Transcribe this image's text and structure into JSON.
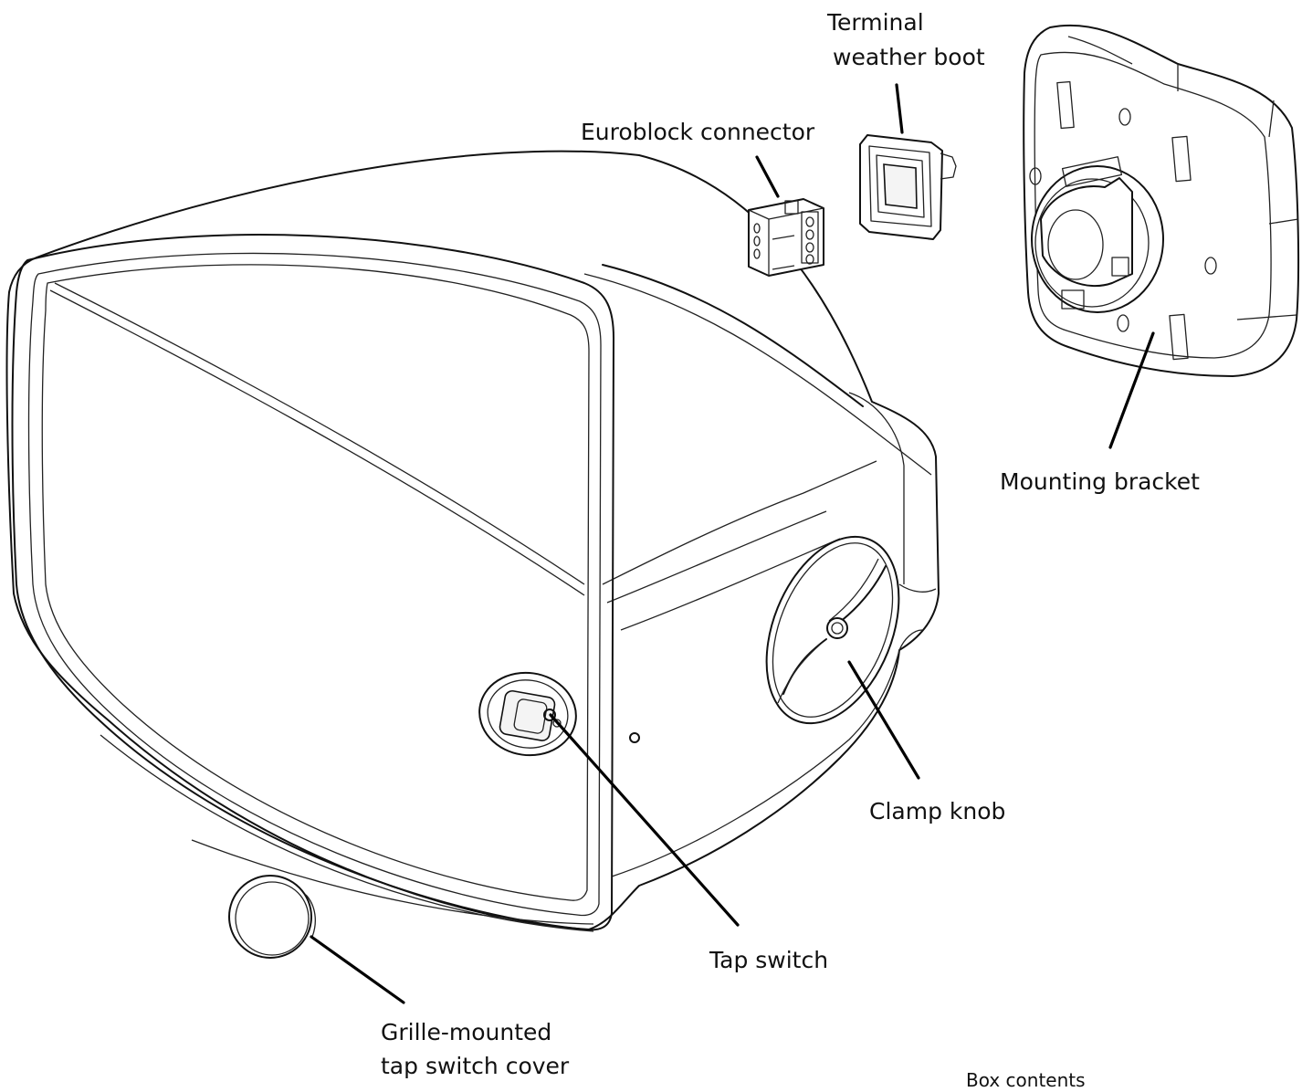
{
  "labels": {
    "terminal_boot_line1": "Terminal",
    "terminal_boot_line2": "weather boot",
    "euroblock": "Euroblock  connector",
    "mounting_bracket": "Mounting bracket",
    "clamp_knob": "Clamp knob",
    "tap_switch": "Tap switch",
    "grille_cover_line1": "Grille-mounted",
    "grille_cover_line2": "tap switch  cover",
    "box_contents": "Box contents"
  },
  "colors": {
    "line": "#111111",
    "background": "#ffffff"
  }
}
